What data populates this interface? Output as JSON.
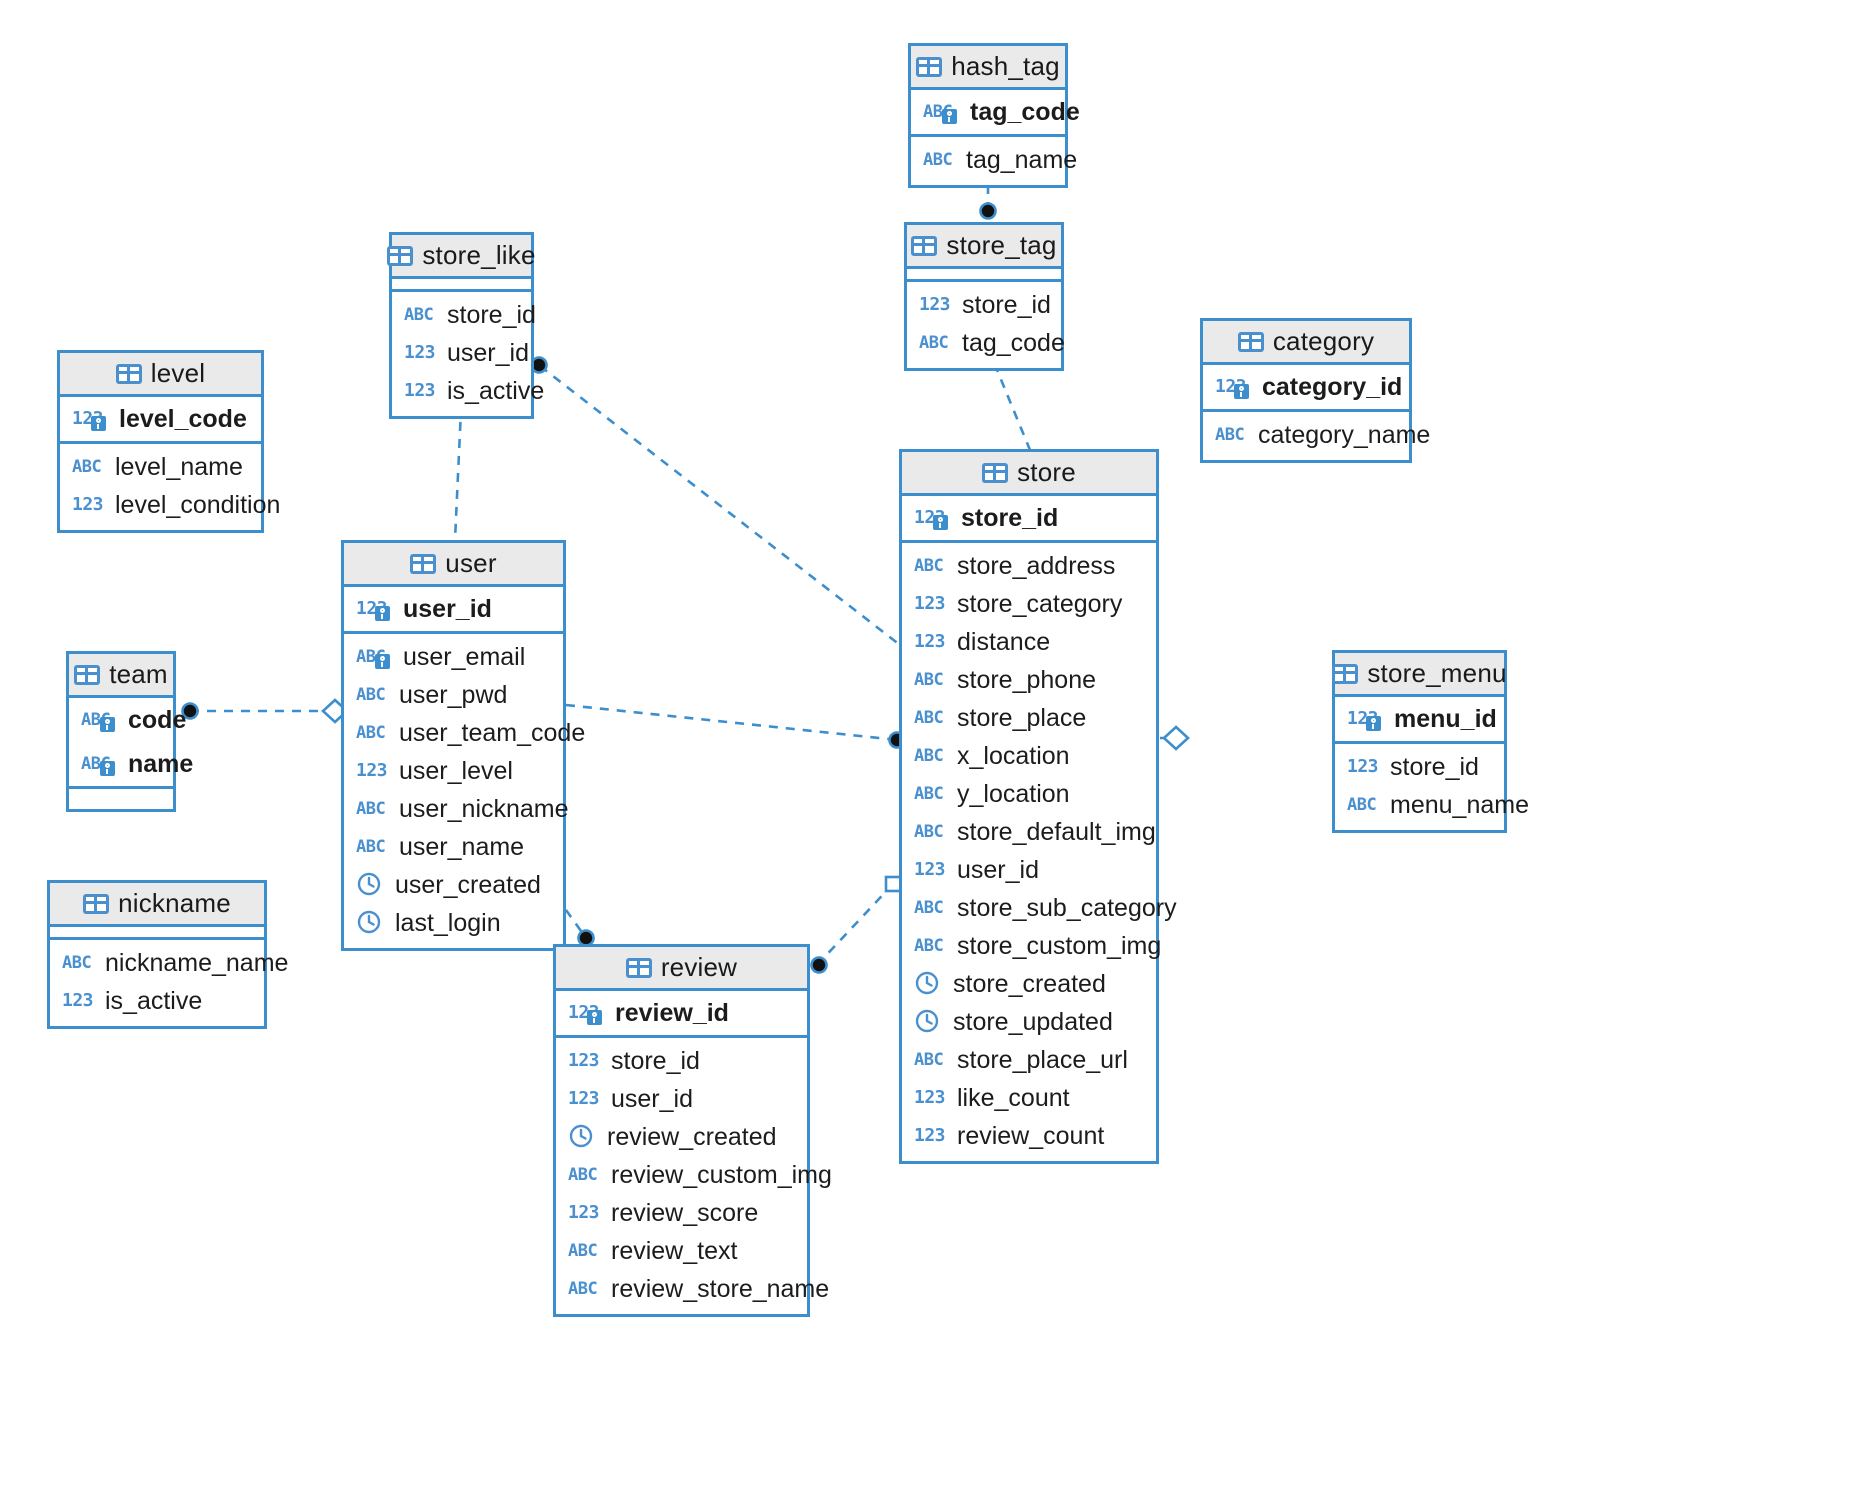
{
  "diagram": {
    "title": "Database ER Diagram",
    "accent_color": "#3d8ecc",
    "header_bg": "#eaeaea",
    "icon_types": {
      "table": "table-icon",
      "text": "abc-icon",
      "number": "123-icon",
      "datetime": "clock-icon",
      "key": "key-icon"
    }
  },
  "tables": [
    {
      "name": "hash_tag",
      "pk": [
        {
          "label": "tag_code",
          "type": "ABC",
          "key": true
        }
      ],
      "fields": [
        {
          "label": "tag_name",
          "type": "ABC",
          "key": false
        }
      ]
    },
    {
      "name": "store_tag",
      "pk": [],
      "fields": [
        {
          "label": "store_id",
          "type": "123",
          "key": false
        },
        {
          "label": "tag_code",
          "type": "ABC",
          "key": false
        }
      ]
    },
    {
      "name": "category",
      "pk": [
        {
          "label": "category_id",
          "type": "123",
          "key": true
        }
      ],
      "fields": [
        {
          "label": "category_name",
          "type": "ABC",
          "key": false
        }
      ]
    },
    {
      "name": "store_like",
      "pk": [],
      "fields": [
        {
          "label": "store_id",
          "type": "ABC",
          "key": false
        },
        {
          "label": "user_id",
          "type": "123",
          "key": false
        },
        {
          "label": "is_active",
          "type": "123",
          "key": false
        }
      ]
    },
    {
      "name": "level",
      "pk": [
        {
          "label": "level_code",
          "type": "123",
          "key": true
        }
      ],
      "fields": [
        {
          "label": "level_name",
          "type": "ABC",
          "key": false
        },
        {
          "label": "level_condition",
          "type": "123",
          "key": false
        }
      ]
    },
    {
      "name": "team",
      "pk": [
        {
          "label": "code",
          "type": "ABC",
          "key": true
        },
        {
          "label": "name",
          "type": "ABC",
          "key": true
        }
      ],
      "fields": []
    },
    {
      "name": "nickname",
      "pk": [],
      "fields": [
        {
          "label": "nickname_name",
          "type": "ABC",
          "key": false
        },
        {
          "label": "is_active",
          "type": "123",
          "key": false
        }
      ]
    },
    {
      "name": "user",
      "pk": [
        {
          "label": "user_id",
          "type": "123",
          "key": true
        }
      ],
      "fields": [
        {
          "label": "user_email",
          "type": "ABC",
          "key": true
        },
        {
          "label": "user_pwd",
          "type": "ABC",
          "key": false
        },
        {
          "label": "user_team_code",
          "type": "ABC",
          "key": false
        },
        {
          "label": "user_level",
          "type": "123",
          "key": false
        },
        {
          "label": "user_nickname",
          "type": "ABC",
          "key": false
        },
        {
          "label": "user_name",
          "type": "ABC",
          "key": false
        },
        {
          "label": "user_created",
          "type": "CLOCK",
          "key": false
        },
        {
          "label": "last_login",
          "type": "CLOCK",
          "key": false
        }
      ]
    },
    {
      "name": "store",
      "pk": [
        {
          "label": "store_id",
          "type": "123",
          "key": true
        }
      ],
      "fields": [
        {
          "label": "store_address",
          "type": "ABC",
          "key": false
        },
        {
          "label": "store_category",
          "type": "123",
          "key": false
        },
        {
          "label": "distance",
          "type": "123",
          "key": false
        },
        {
          "label": "store_phone",
          "type": "ABC",
          "key": false
        },
        {
          "label": "store_place",
          "type": "ABC",
          "key": false
        },
        {
          "label": "x_location",
          "type": "ABC",
          "key": false
        },
        {
          "label": "y_location",
          "type": "ABC",
          "key": false
        },
        {
          "label": "store_default_img",
          "type": "ABC",
          "key": false
        },
        {
          "label": "user_id",
          "type": "123",
          "key": false
        },
        {
          "label": "store_sub_category",
          "type": "ABC",
          "key": false
        },
        {
          "label": "store_custom_img",
          "type": "ABC",
          "key": false
        },
        {
          "label": "store_created",
          "type": "CLOCK",
          "key": false
        },
        {
          "label": "store_updated",
          "type": "CLOCK",
          "key": false
        },
        {
          "label": "store_place_url",
          "type": "ABC",
          "key": false
        },
        {
          "label": "like_count",
          "type": "123",
          "key": false
        },
        {
          "label": "review_count",
          "type": "123",
          "key": false
        }
      ]
    },
    {
      "name": "store_menu",
      "pk": [
        {
          "label": "menu_id",
          "type": "123",
          "key": true
        }
      ],
      "fields": [
        {
          "label": "store_id",
          "type": "123",
          "key": false
        },
        {
          "label": "menu_name",
          "type": "ABC",
          "key": false
        }
      ]
    },
    {
      "name": "review",
      "pk": [
        {
          "label": "review_id",
          "type": "123",
          "key": true
        }
      ],
      "fields": [
        {
          "label": "store_id",
          "type": "123",
          "key": false
        },
        {
          "label": "user_id",
          "type": "123",
          "key": false
        },
        {
          "label": "review_created",
          "type": "CLOCK",
          "key": false
        },
        {
          "label": "review_custom_img",
          "type": "ABC",
          "key": false
        },
        {
          "label": "review_score",
          "type": "123",
          "key": false
        },
        {
          "label": "review_text",
          "type": "ABC",
          "key": false
        },
        {
          "label": "review_store_name",
          "type": "ABC",
          "key": false
        }
      ]
    }
  ],
  "relationships": [
    {
      "from": "hash_tag",
      "to": "store_tag",
      "from_marker": "none",
      "to_marker": "dot"
    },
    {
      "from": "store_tag",
      "to": "store",
      "from_marker": "dot",
      "to_marker": "none"
    },
    {
      "from": "store_like",
      "to": "user",
      "from_marker": "none",
      "to_marker": "dot"
    },
    {
      "from": "store_like",
      "to": "store",
      "from_marker": "dot",
      "to_marker": "none"
    },
    {
      "from": "team",
      "to": "user",
      "from_marker": "dot",
      "to_marker": "diamond"
    },
    {
      "from": "user",
      "to": "store",
      "from_marker": "none",
      "to_marker": "dot"
    },
    {
      "from": "user",
      "to": "review",
      "from_marker": "square",
      "to_marker": "dot"
    },
    {
      "from": "store",
      "to": "review",
      "from_marker": "square",
      "to_marker": "dot"
    },
    {
      "from": "store",
      "to": "store_menu",
      "from_marker": "none",
      "to_marker": "diamond"
    }
  ]
}
